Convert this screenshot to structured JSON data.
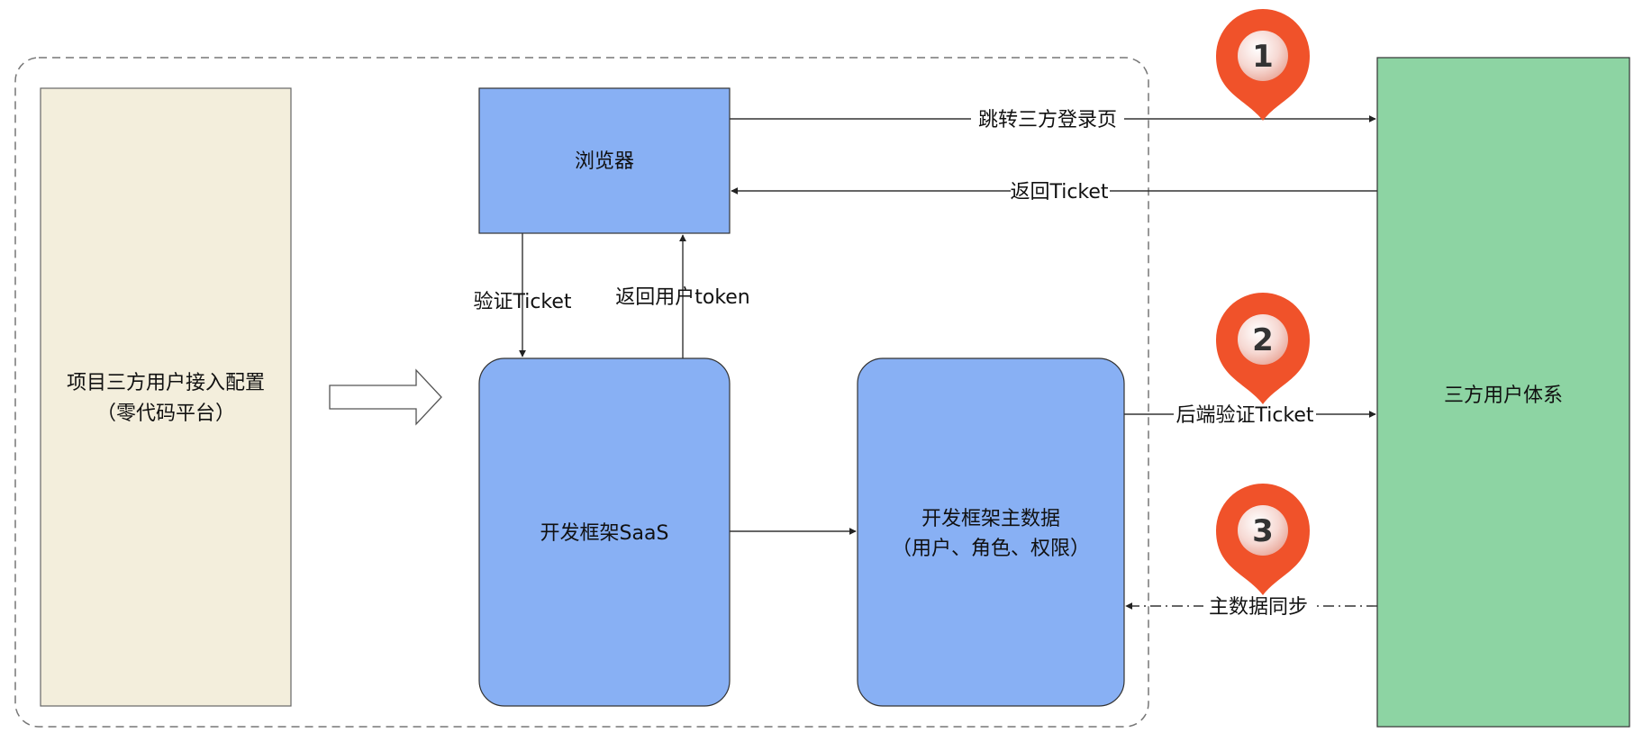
{
  "nodes": {
    "config": {
      "line1": "项目三方用户接入配置",
      "line2": "（零代码平台）"
    },
    "browser": {
      "label": "浏览器"
    },
    "saas": {
      "label": "开发框架SaaS"
    },
    "masterdata": {
      "line1": "开发框架主数据",
      "line2": "（用户、角色、权限）"
    },
    "thirdparty": {
      "label": "三方用户体系"
    }
  },
  "edges": {
    "jump_login": "跳转三方登录页",
    "return_ticket": "返回Ticket",
    "verify_ticket": "验证Ticket",
    "return_token": "返回用户token",
    "backend_verify": "后端验证Ticket",
    "masterdata_sync": "主数据同步"
  },
  "markers": [
    "1",
    "2",
    "3"
  ],
  "colors": {
    "config_fill": "#f3eedc",
    "blue_fill": "#88b0f4",
    "green_fill": "#8dd4a3",
    "marker": "#f0522a"
  }
}
